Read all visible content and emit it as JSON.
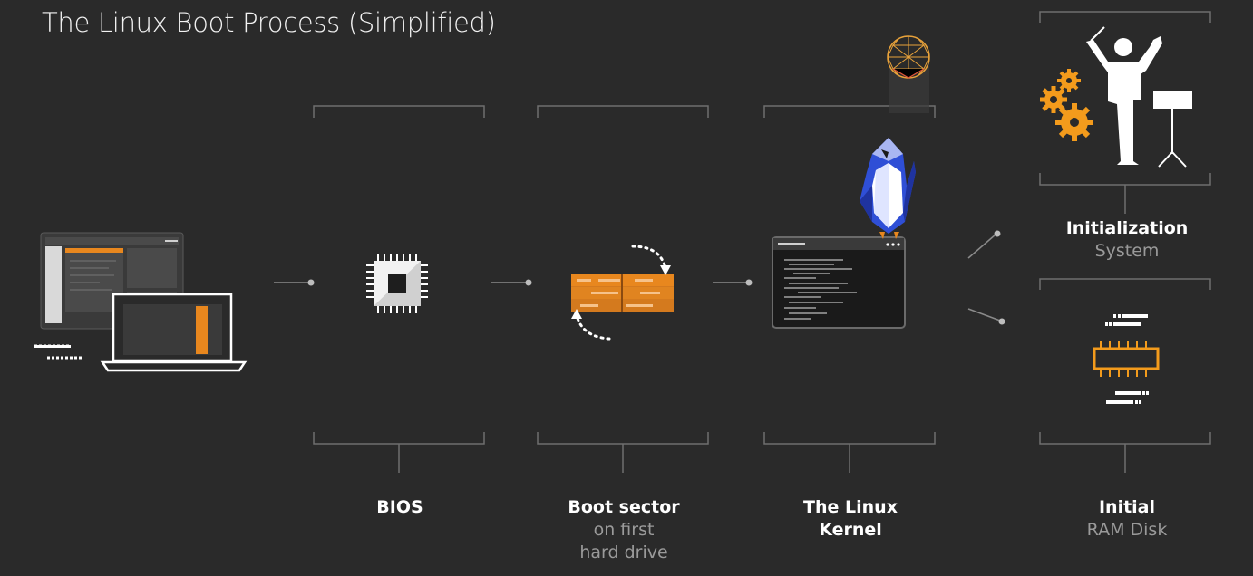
{
  "title": "The Linux Boot Process (Simplified)",
  "stages": [
    {
      "bold": "BIOS",
      "sub1": "",
      "sub2": ""
    },
    {
      "bold": "Boot sector",
      "sub1": "on first",
      "sub2": "hard drive"
    },
    {
      "bold": "The Linux",
      "bold2": "Kernel"
    },
    {
      "bold": "Initialization",
      "sub1": "System"
    },
    {
      "bold": "Initial",
      "sub1": "RAM Disk"
    }
  ],
  "colors": {
    "background": "#2a2a2a",
    "accent_orange": "#e8871e",
    "penguin_blue": "#2f4fd6",
    "line_gray": "#8a8a8a"
  },
  "icons": [
    "laptop-monitor-icon",
    "cpu-chip-icon",
    "disk-boot-sector-icon",
    "terminal-window-icon",
    "penguin-icon",
    "geodesic-sphere-icon",
    "conductor-gears-icon",
    "ram-chip-icon"
  ]
}
